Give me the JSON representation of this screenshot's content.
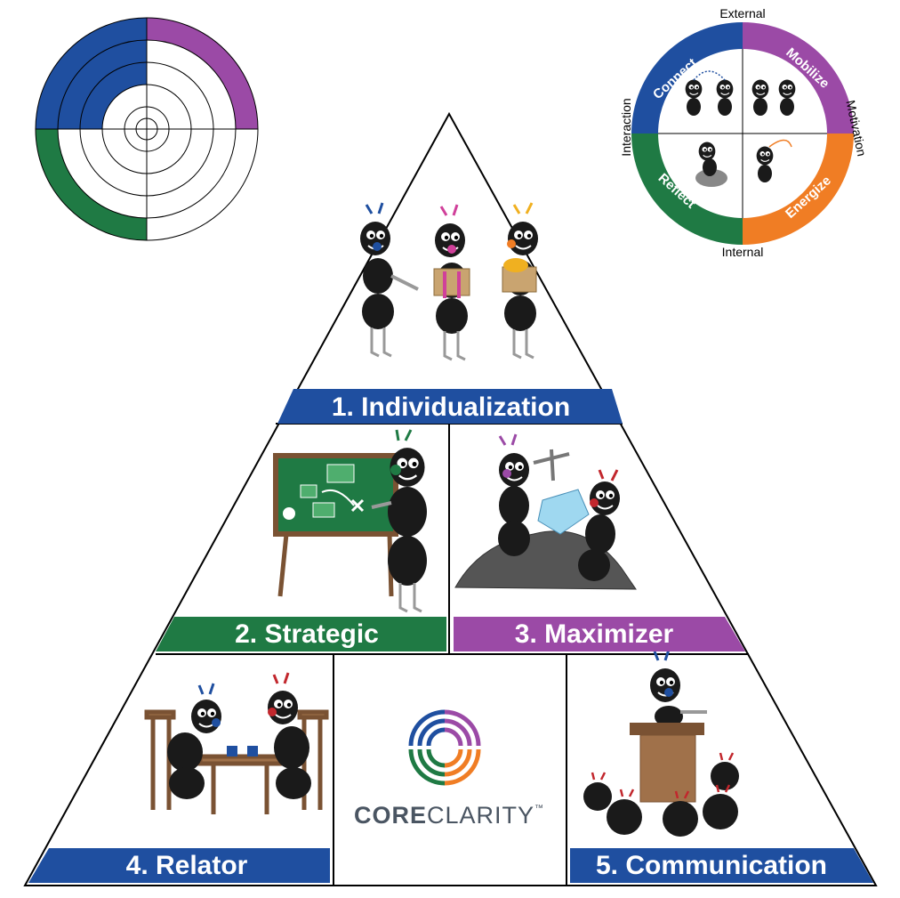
{
  "colors": {
    "blue": "#1f4fa0",
    "purple": "#9b4aa6",
    "green": "#1f7a44",
    "orange": "#f07d24",
    "ant": "#1a1a1a",
    "logo_gray": "#4a5562"
  },
  "pyramid": {
    "sections": [
      {
        "label": "1. Individualization",
        "color": "#1f4fa0"
      },
      {
        "label": "2. Strategic",
        "color": "#1f7a44"
      },
      {
        "label": "3. Maximizer",
        "color": "#9b4aa6"
      },
      {
        "label": "4. Relator",
        "color": "#1f4fa0"
      },
      {
        "label": "5. Communication",
        "color": "#1f4fa0"
      }
    ]
  },
  "quadrant_wheel": {
    "axis_top": "External",
    "axis_bottom": "Internal",
    "axis_left": "Interaction",
    "axis_right": "Motivation",
    "quadrants": [
      {
        "label": "Connect",
        "color": "#1f4fa0"
      },
      {
        "label": "Mobilize",
        "color": "#9b4aa6"
      },
      {
        "label": "Reflect",
        "color": "#1f7a44"
      },
      {
        "label": "Energize",
        "color": "#f07d24"
      }
    ]
  },
  "logo": {
    "word_bold": "CORE",
    "word_light": "CLARITY",
    "trademark": "™"
  }
}
